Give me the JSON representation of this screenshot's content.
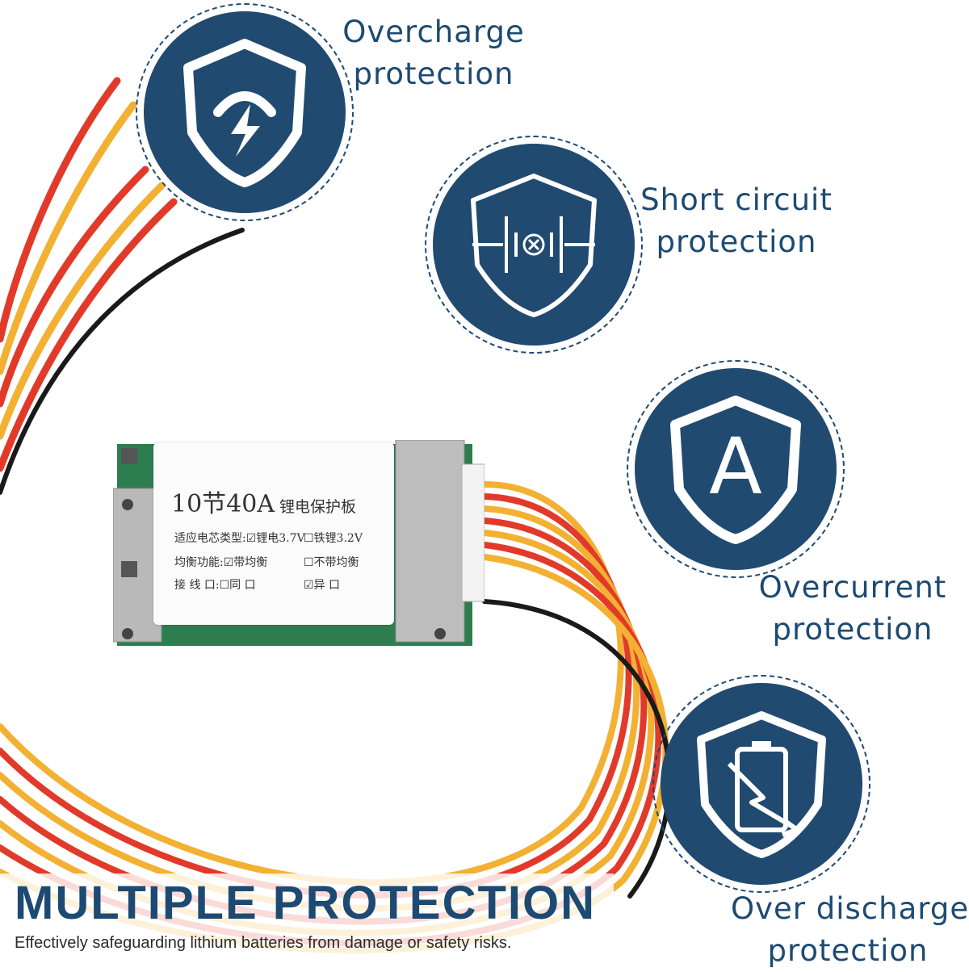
{
  "features": [
    {
      "id": "overcharge",
      "line1": "Overcharge",
      "line2": "protection",
      "icon": "shield-lightning-icon"
    },
    {
      "id": "short-circuit",
      "line1": "Short circuit",
      "line2": "protection",
      "icon": "shield-circuit-icon"
    },
    {
      "id": "overcurrent",
      "line1": "Overcurrent",
      "line2": "protection",
      "icon": "shield-letter-a-icon",
      "icon_letter": "A"
    },
    {
      "id": "over-discharge",
      "line1": "Over discharge",
      "line2": "protection",
      "icon": "shield-battery-icon"
    }
  ],
  "product": {
    "title_main": "10节40A",
    "title_sub": "锂电保护板",
    "rows": [
      {
        "label": "适应电芯类型:",
        "opt1": "☑锂电3.7V",
        "opt2": "☐铁锂3.2V"
      },
      {
        "label": "均衡功能:",
        "opt1": "☑带均衡",
        "opt2": "☐不带均衡"
      },
      {
        "label": "接 线 口:",
        "opt1": "☐同 口",
        "opt2": "☑异 口"
      }
    ]
  },
  "banner": {
    "headline": "MULTIPLE PROTECTION",
    "subline": "Effectively safeguarding lithium batteries from damage or safety risks."
  },
  "colors": {
    "navy": "#214a70",
    "text_blue": "#1d4a72",
    "wire_red": "#e23a2a",
    "wire_yellow": "#f2b132",
    "wire_black": "#1a1a1a"
  }
}
